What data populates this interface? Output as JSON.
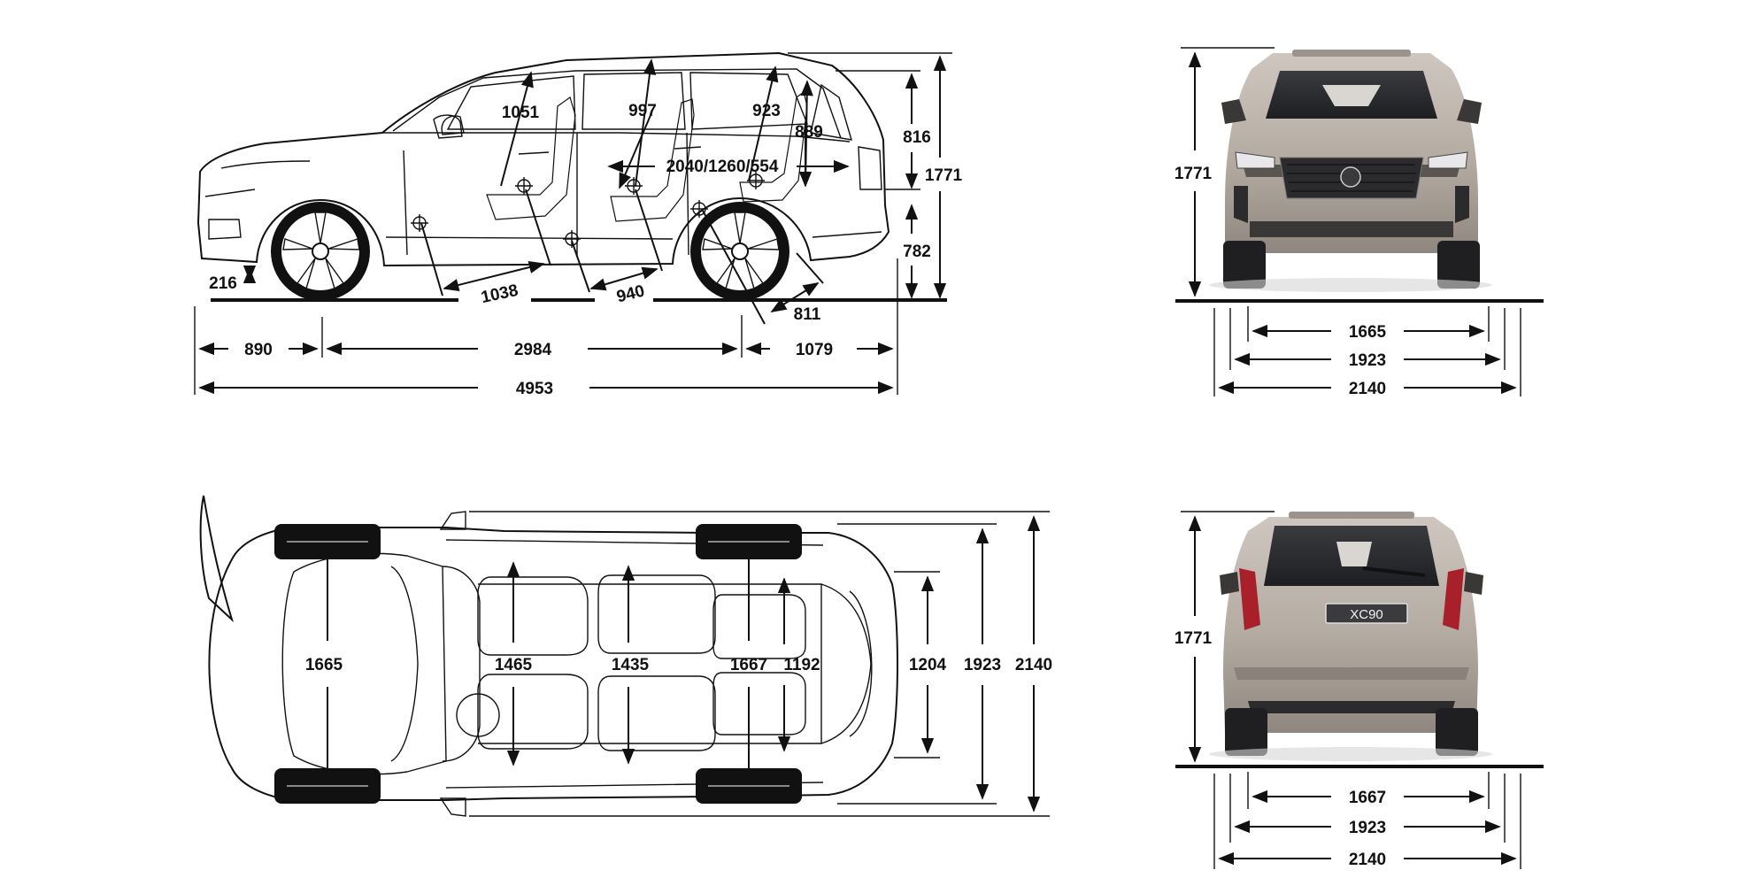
{
  "views": {
    "side": {
      "labels": {
        "headroom_front": "1051",
        "headroom_second": "997",
        "headroom_third": "923",
        "cargo_height": "889",
        "cargo_length": "2040/1260/554",
        "roof_upper": "816",
        "total_height": "1771",
        "lower_height": "782",
        "ground_clearance": "216",
        "legroom_front": "1038",
        "legroom_second": "940",
        "legroom_third": "811",
        "front_overhang": "890",
        "wheelbase": "2984",
        "rear_overhang": "1079",
        "total_length": "4953"
      }
    },
    "top": {
      "labels": {
        "front_track_inner": "1665",
        "shoulder_front": "1465",
        "shoulder_second": "1435",
        "rear_track_inner": "1667",
        "shoulder_third": "1192",
        "cargo_width": "1204",
        "body_width": "1923",
        "width_mirrors": "2140"
      }
    },
    "front": {
      "labels": {
        "height": "1771",
        "track": "1665",
        "body_width": "1923",
        "width_mirrors": "2140"
      }
    },
    "rear": {
      "badge": "XC90",
      "labels": {
        "height": "1771",
        "track": "1667",
        "body_width": "1923",
        "width_mirrors": "2140"
      }
    }
  },
  "colors": {
    "line": "#111111",
    "car_body": "#b3aaa1",
    "car_dark": "#2b2b2d",
    "taillight": "#a8202a"
  }
}
